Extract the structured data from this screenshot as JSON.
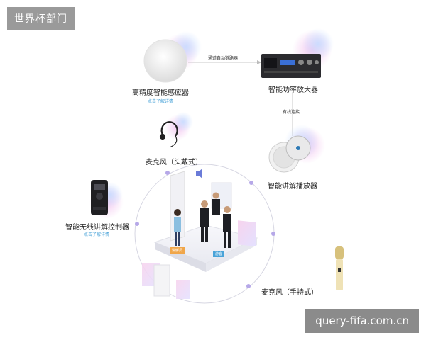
{
  "watermark_top": "世界杯部门",
  "watermark_bottom": "query-fifa.com.cn",
  "devices": {
    "sensor": {
      "label": "高精度智能感应器",
      "sublabel": "点击了解详情"
    },
    "amplifier": {
      "label": "智能功率放大器"
    },
    "headset_mic": {
      "label": "麦克风（头戴式）"
    },
    "speaker": {
      "label": "智能讲解播放器"
    },
    "controller": {
      "label": "智能无线讲解控制器",
      "sublabel": "点击了解详情"
    },
    "handheld_mic": {
      "label": "麦克风（手持式）"
    }
  },
  "connections": {
    "sensor_to_amp": "通道自动链路器",
    "amp_to_speaker": "有线连接"
  },
  "scene": {
    "badge_left": "讲解员",
    "badge_right": "游客"
  },
  "colors": {
    "accent_blue": "#4aa3d8",
    "glow_pink": "#f3c6e6",
    "glow_blue": "#c9dcff"
  }
}
